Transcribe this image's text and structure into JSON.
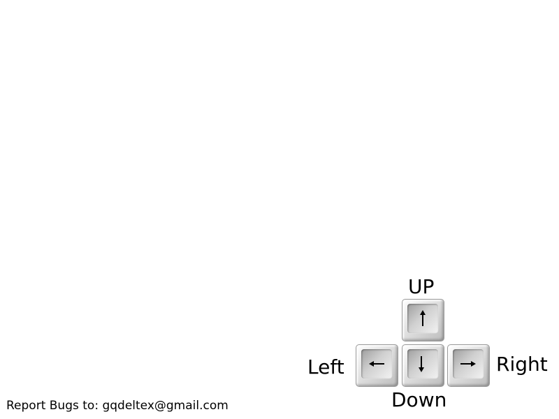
{
  "controls": {
    "up_label": "UP",
    "left_label": "Left",
    "down_label": "Down",
    "right_label": "Right",
    "keys": [
      {
        "id": "up",
        "icon": "arrow-up-icon"
      },
      {
        "id": "left",
        "icon": "arrow-left-icon"
      },
      {
        "id": "down",
        "icon": "arrow-down-icon"
      },
      {
        "id": "right",
        "icon": "arrow-right-icon"
      }
    ]
  },
  "footer": {
    "report_text": "Report Bugs to: gqdeltex@gmail.com"
  },
  "colors": {
    "background": "#ffffff",
    "text": "#000000",
    "key_light": "#f2f2f2",
    "key_dark": "#9e9e9e"
  }
}
